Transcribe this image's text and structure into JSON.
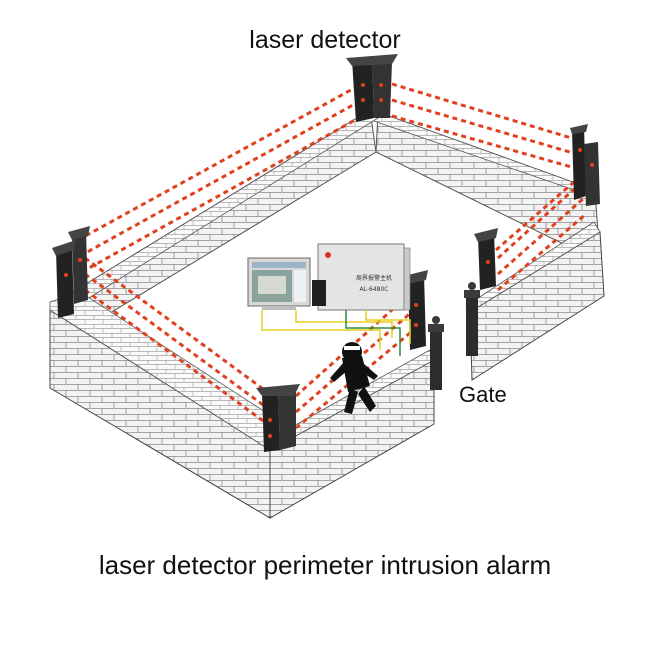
{
  "diagram": {
    "title": "laser detector",
    "gate_label": "Gate",
    "caption": "laser detector perimeter intrusion alarm",
    "panel_line1": "周界报警主机",
    "panel_line2": "AL-6480C",
    "colors": {
      "beam": "#e0401e",
      "wall": "#f2f2f2",
      "mortar": "#8a8a8a",
      "detector": "#222222",
      "cable_yellow": "#e6d020",
      "cable_green": "#2e8b3e",
      "panel": "#e4e4e4",
      "monitor": "#d8d8d8"
    }
  }
}
